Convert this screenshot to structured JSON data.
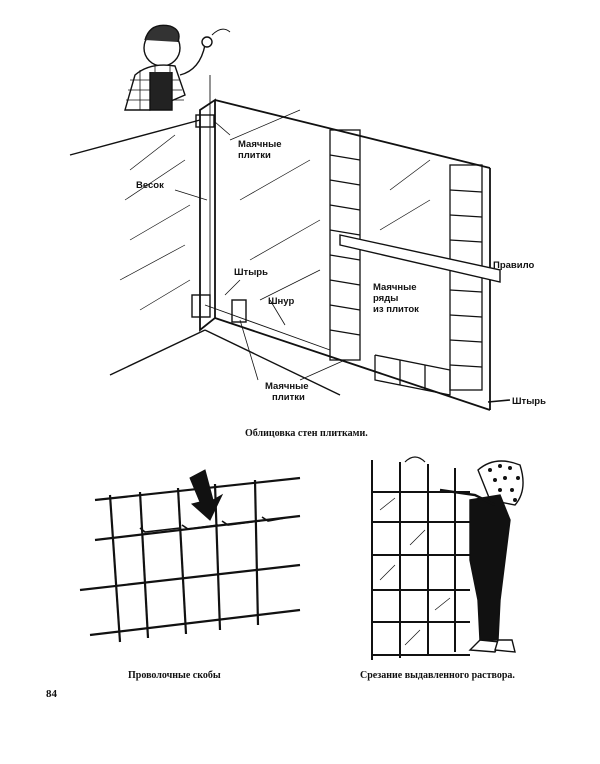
{
  "top_figure": {
    "labels": {
      "mayachnye_plitki": "Маячные\nплитки",
      "veson": "Весок",
      "shtyr_left": "Штырь",
      "shnur": "Шнур",
      "pravilo": "Правило",
      "mayachnye_ryady": "Маячные\nряды\nиз плиток",
      "mayachnye_plitki_bottom": "Маячные\nплитки",
      "shtyr_right": "Штырь"
    },
    "caption": "Облицовка стен плитками."
  },
  "bottom_left_figure": {
    "caption": "Проволочные скобы"
  },
  "bottom_right_figure": {
    "caption": "Срезание выдавленного раствора."
  },
  "page_number": "84"
}
